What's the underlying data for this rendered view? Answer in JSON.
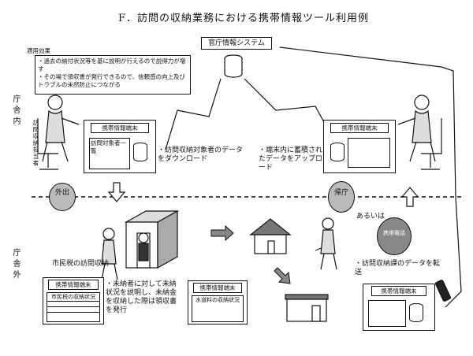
{
  "title": "F．訪問の収納業務における携帯情報ツール利用例",
  "system_label": "官庁情報システム",
  "benefits": {
    "heading": "適用効果",
    "items": [
      "過去の納付状況等を基に説明が行えるので説得力が増す",
      "その場で領収書が発行できるので、信頼感の向上及びトラブルの未然防止につながる"
    ]
  },
  "zones": {
    "inside": "庁舎内",
    "outside": "庁舎外"
  },
  "inside_person_label": "訪問収納担当者",
  "outside_person_label": "市民税の訪問収納",
  "terminal_title": "携帯情報端末",
  "left_terminal": {
    "content": "訪問対象者一覧"
  },
  "captions": {
    "download": "訪問収納対象者のデータをダウンロード",
    "upload": "端末内に蓄積されたデータをアップロード",
    "explain": "未納者に対して未納状況を説明し、未納金を収納した際は領収書を発行",
    "transfer": "訪問収納課のデータを転送",
    "or": "あるいは"
  },
  "badges": {
    "go_out": "外出",
    "return": "帰庁",
    "phone": "携帯電話"
  },
  "tables": {
    "citizen_tax": "市民税の収納状況",
    "water_fee": "水道料の収納状況"
  },
  "icons": [
    "person-icon",
    "chair-icon",
    "database-icon",
    "house-icon",
    "shop-icon",
    "phone-icon",
    "arrow-icon"
  ]
}
